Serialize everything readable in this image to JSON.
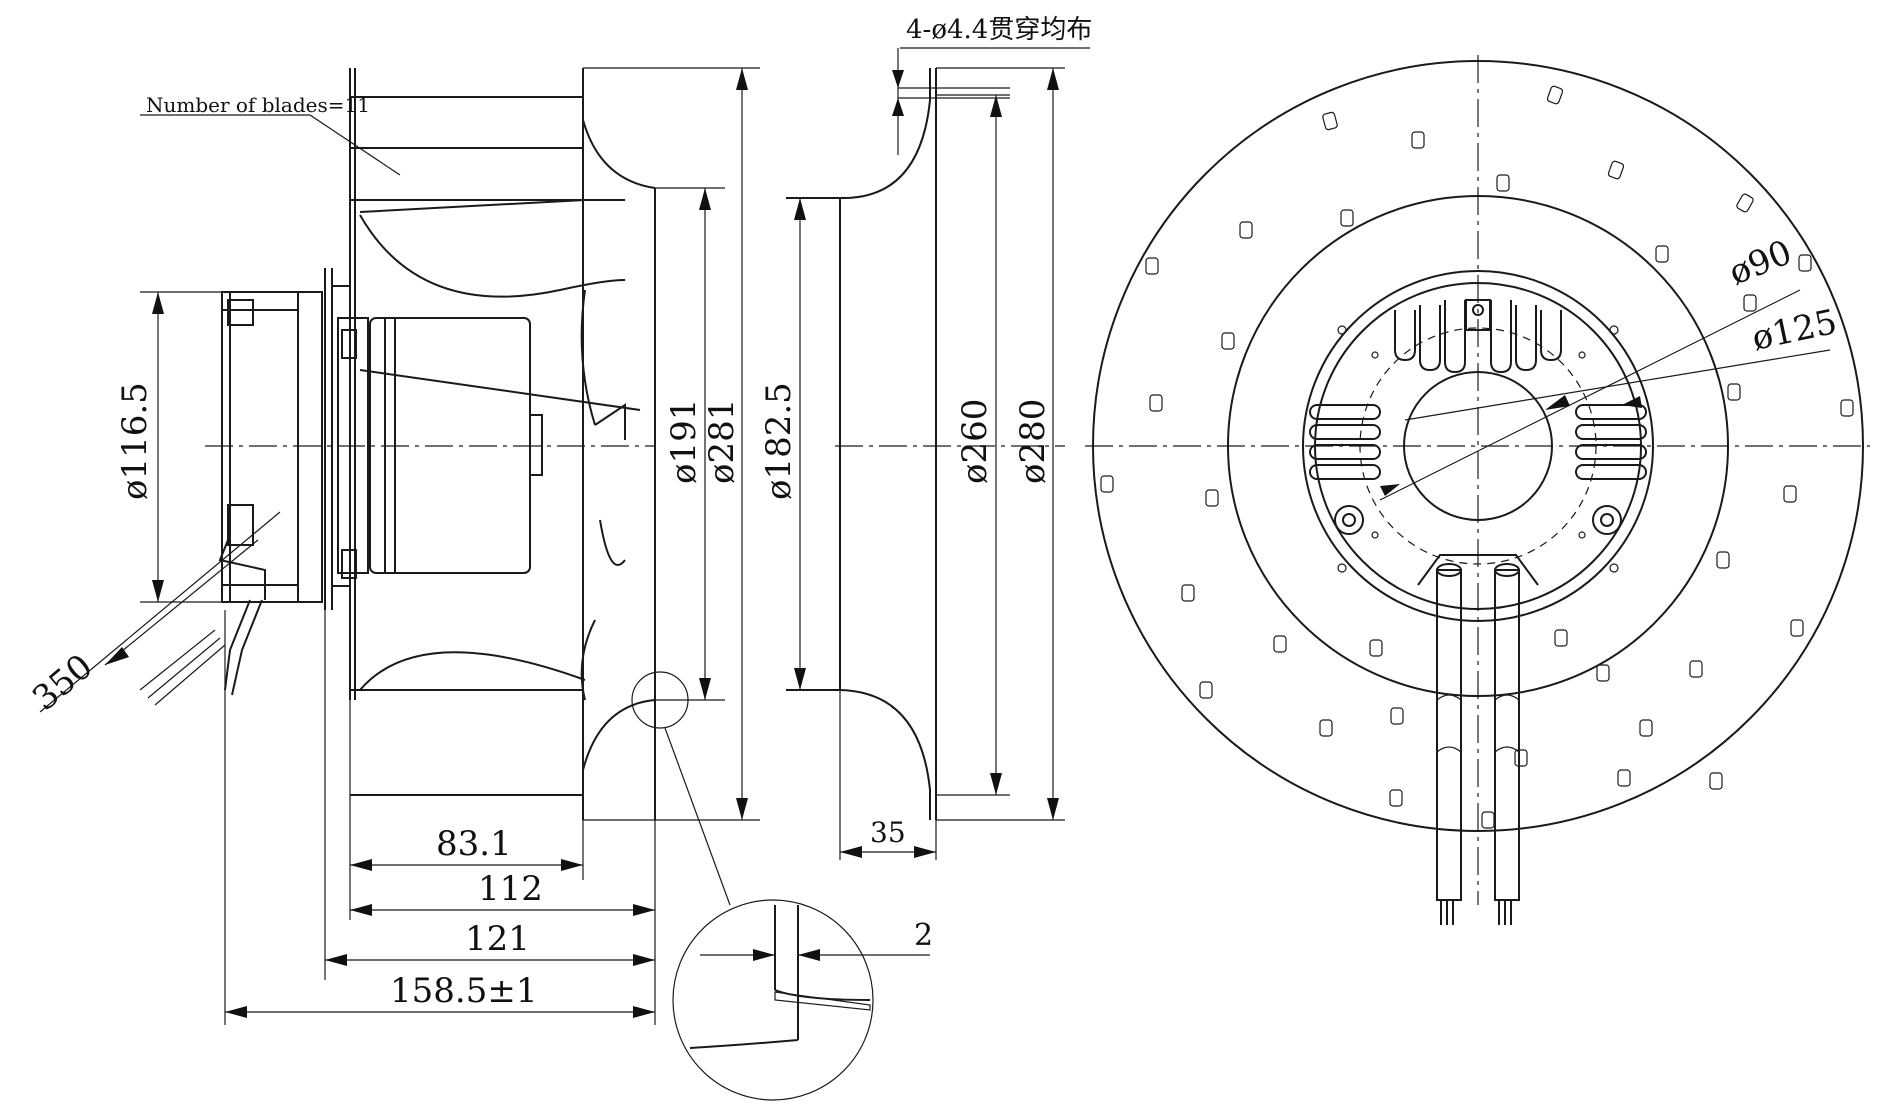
{
  "annotations": {
    "blade_count": "Number of blades=11",
    "holes": "4-ø4.4贯穿均布"
  },
  "dimensions": {
    "motor_dia": "ø116.5",
    "cable_length": "350",
    "inlet_dia_191": "ø191",
    "outer_dia_281": "ø281",
    "inlet_ring_dia": "ø182.5",
    "ring_dia_260": "ø260",
    "ring_dia_280": "ø280",
    "width_83": "83.1",
    "width_112": "112",
    "width_121": "121",
    "width_158": "158.5±1",
    "ring_depth": "35",
    "thickness": "2",
    "front_dia_90": "ø90",
    "front_dia_125": "ø125"
  }
}
